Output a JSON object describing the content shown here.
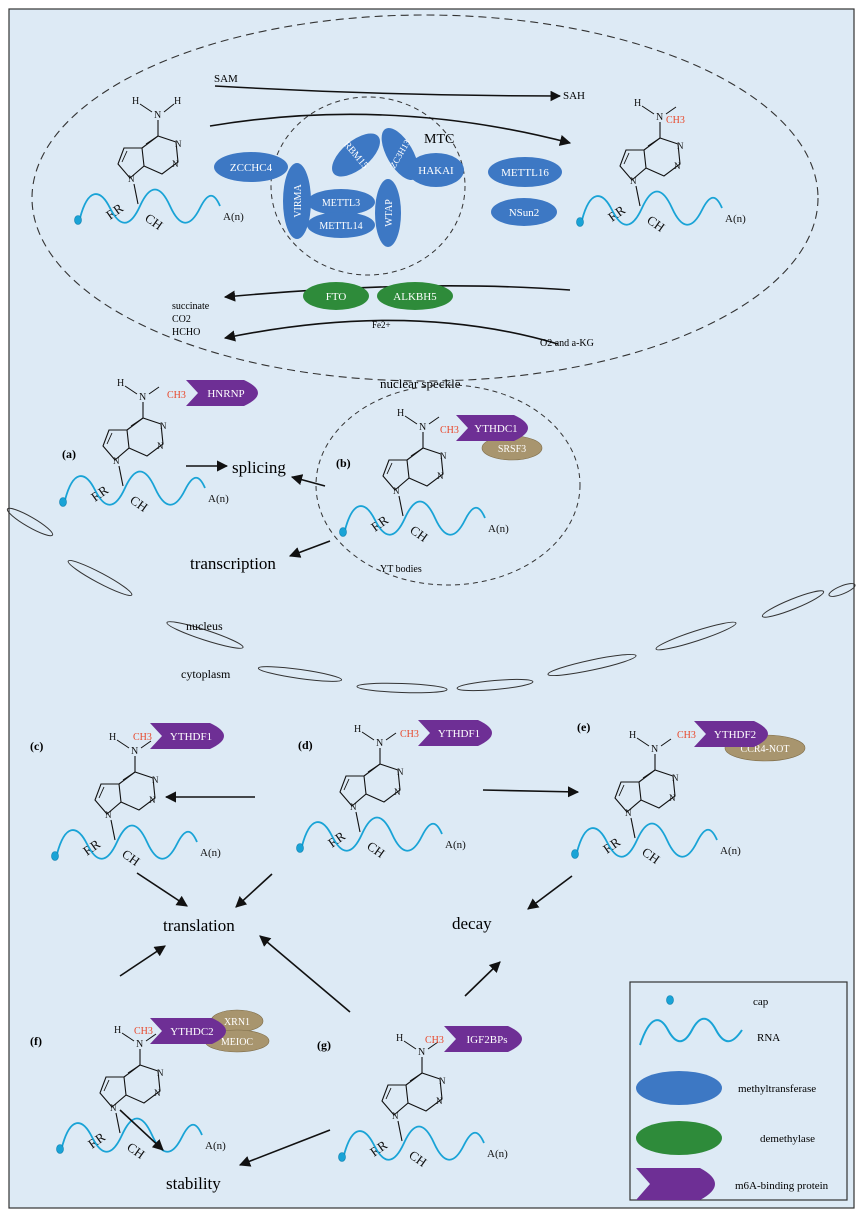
{
  "nuclear_region": {
    "reaction": {
      "sam": "SAM",
      "sah": "SAH",
      "demethyl_products": [
        "succinate",
        "CO2",
        "HCHO"
      ],
      "iron": "Fe2+",
      "cofactors": "O2 and a-KG"
    },
    "mtc_label": "MTC",
    "mtc_members": [
      "VIRMA",
      "RBM15",
      "ZC3H13",
      "HAKAI",
      "METTL3",
      "METTL14",
      "WTAP"
    ],
    "writers_outside": [
      "ZCCHC4",
      "METTL16",
      "NSun2"
    ],
    "erasers": [
      "FTO",
      "ALKBH5"
    ],
    "speckle_label": "nuclear speckle",
    "yt_bodies_label": "YT bodies",
    "nucleus_label": "nucleus",
    "cytoplasm_label": "cytoplasm"
  },
  "molecule": {
    "nh2_h": "H",
    "n": "N",
    "ch3": "CH3",
    "rr": "RR",
    "ch": "CH",
    "polya": "A(n)"
  },
  "panels": {
    "a": {
      "tag": "(a)",
      "reader": "HNRNP"
    },
    "b": {
      "tag": "(b)",
      "reader": "YTHDC1",
      "partner": "SRSF3"
    },
    "c": {
      "tag": "(c)",
      "reader": "YTHDF1"
    },
    "d": {
      "tag": "(d)",
      "reader": "YTHDF1"
    },
    "e": {
      "tag": "(e)",
      "reader": "YTHDF2",
      "partner": "CCR4-NOT"
    },
    "f": {
      "tag": "(f)",
      "reader": "YTHDC2",
      "partners": [
        "XRN1",
        "MEIOC"
      ]
    },
    "g": {
      "tag": "(g)",
      "reader": "IGF2BPs"
    }
  },
  "outcomes": {
    "splicing": "splicing",
    "transcription": "transcription",
    "translation": "translation",
    "decay": "decay",
    "stability": "stability"
  },
  "legend": {
    "cap": "cap",
    "rna": "RNA",
    "methyltransferase": "methyltransferase",
    "demethylase": "demethylase",
    "binding": "m6A-binding protein"
  },
  "colors": {
    "background": "#ddeaf5",
    "writer": "#3d78c4",
    "eraser": "#2e8b3a",
    "reader": "#6e2f95",
    "partner": "#a8956e",
    "rna": "#19a3d6",
    "methyl": "#e8472a"
  }
}
